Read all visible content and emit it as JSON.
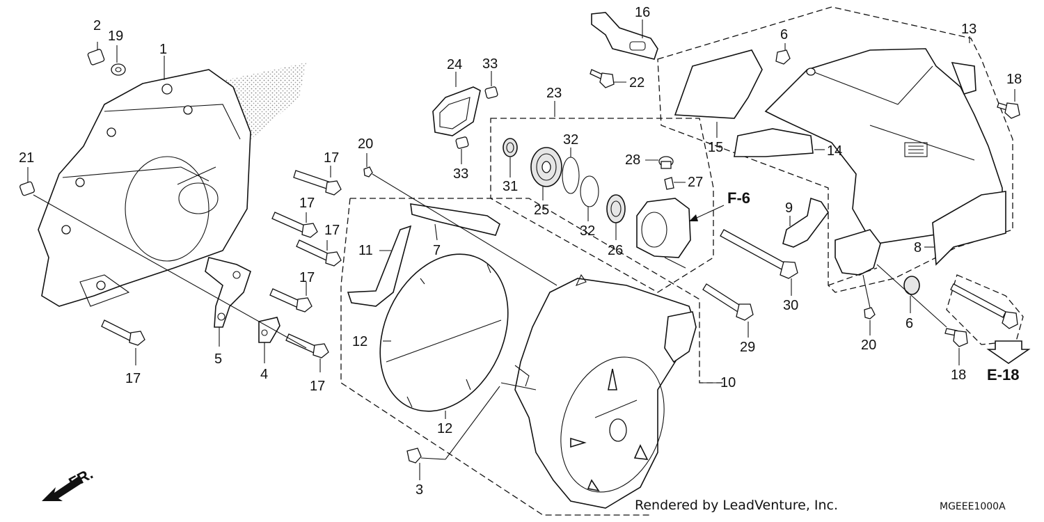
{
  "diagram": {
    "callouts": {
      "c1": "1",
      "c2": "2",
      "c3": "3",
      "c4": "4",
      "c5": "5",
      "c6a": "6",
      "c6b": "6",
      "c7": "7",
      "c8": "8",
      "c9": "9",
      "c10": "10",
      "c11": "11",
      "c12a": "12",
      "c12b": "12",
      "c13": "13",
      "c14": "14",
      "c15": "15",
      "c16": "16",
      "c17a": "17",
      "c17b": "17",
      "c17c": "17",
      "c17d": "17",
      "c17e": "17",
      "c17f": "17",
      "c18a": "18",
      "c18b": "18",
      "c19": "19",
      "c20a": "20",
      "c20b": "20",
      "c21": "21",
      "c22": "22",
      "c23": "23",
      "c24": "24",
      "c25": "25",
      "c26": "26",
      "c27": "27",
      "c28": "28",
      "c29": "29",
      "c30": "30",
      "c31": "31",
      "c32a": "32",
      "c32b": "32",
      "c33a": "33",
      "c33b": "33"
    },
    "references": {
      "f6": "F-6",
      "e18": "E-18",
      "front": "FR."
    },
    "credit": "Rendered by LeadVenture, Inc.",
    "diagram_code": "MGEEE1000A"
  }
}
